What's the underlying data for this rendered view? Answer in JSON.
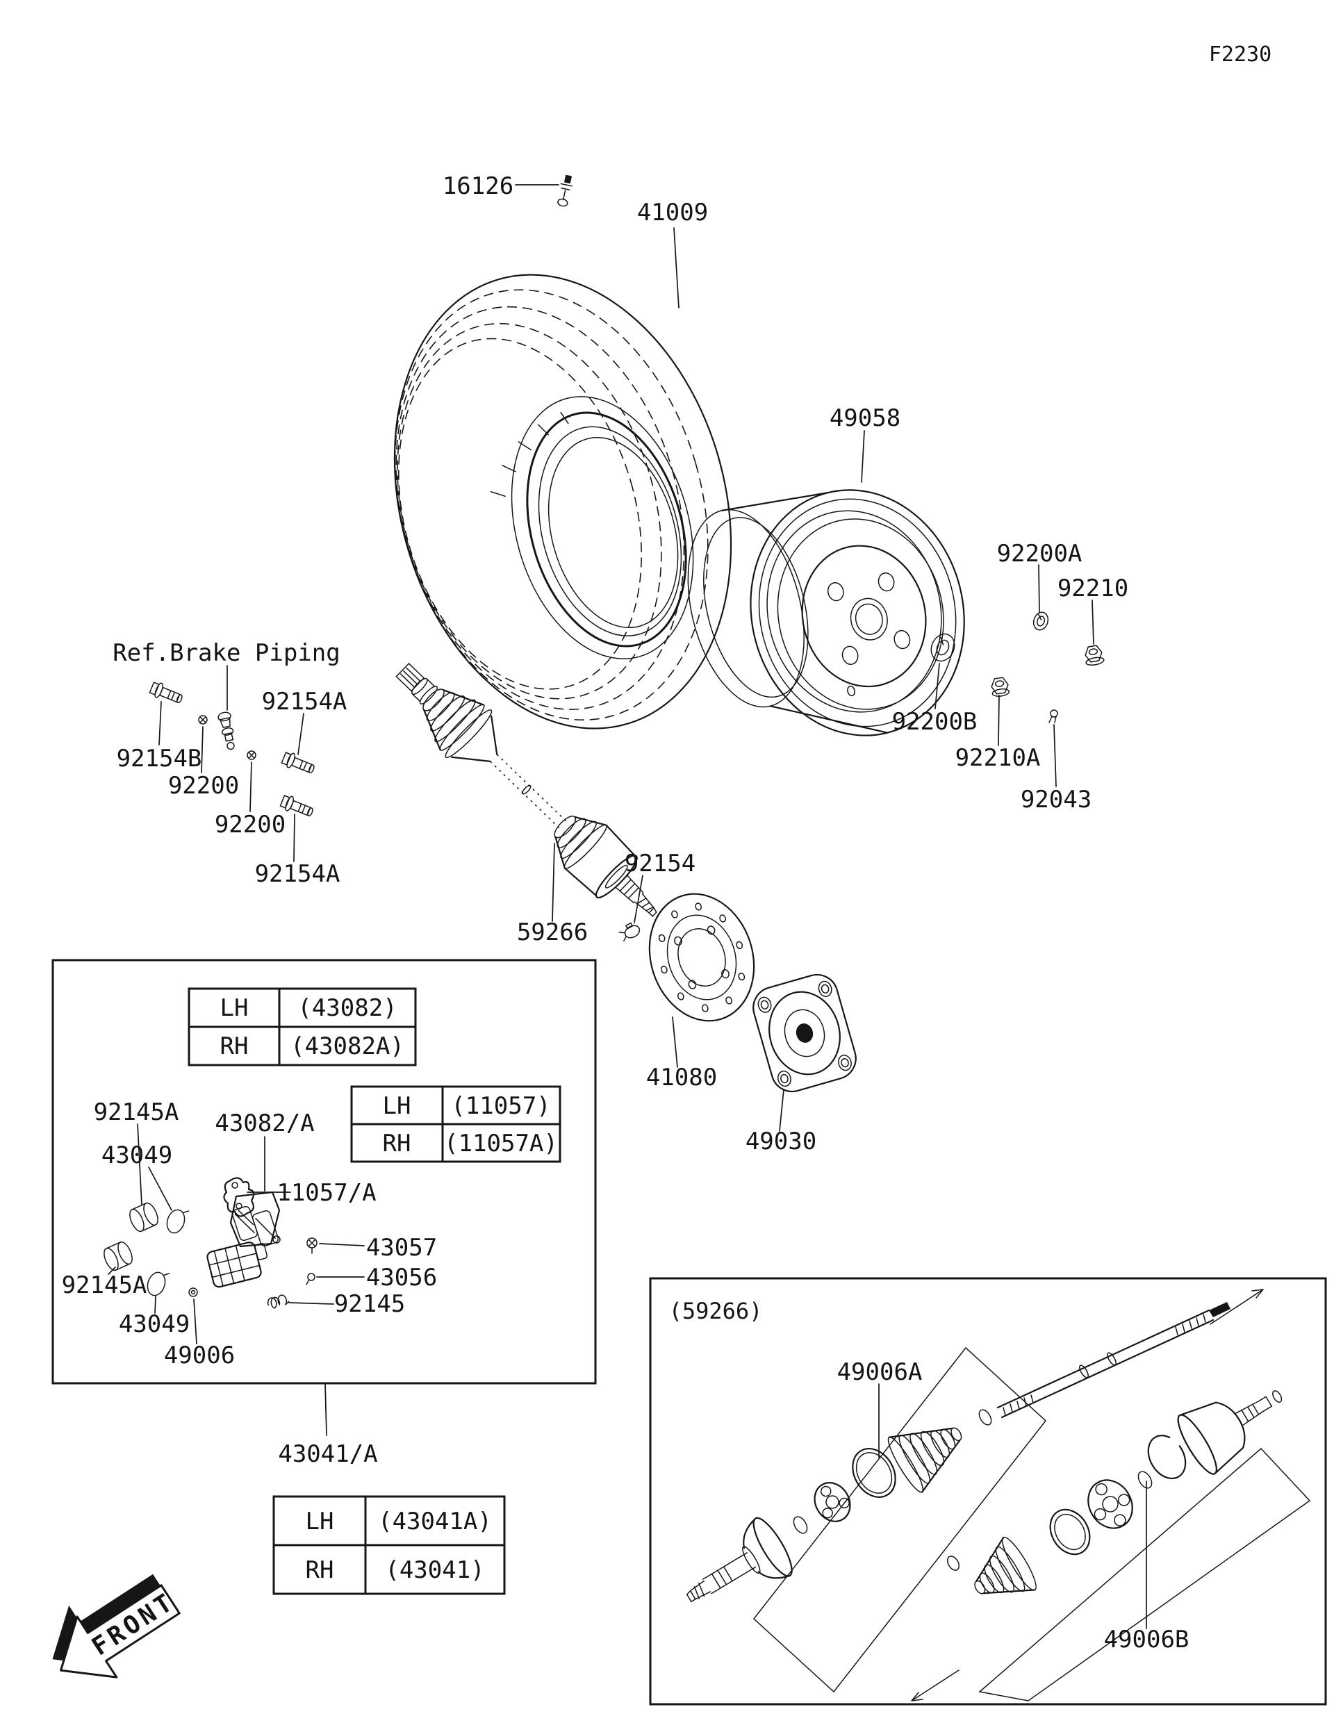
{
  "header": {
    "page_code": "F2230"
  },
  "notes": {
    "ref_brake_piping": "Ref.Brake Piping",
    "front": "FRONT",
    "axle_detail_title": "(59266)"
  },
  "parts": {
    "valve_stem": "16126",
    "tire": "41009",
    "wheel": "49058",
    "washer_front_upper": "92200A",
    "nut_front": "92210",
    "washer_front_lower": "92200B",
    "nut_rear": "92210A",
    "cotter_pin": "92043",
    "bolt_single": "92154B",
    "screw_upper": "92200",
    "screw_lower": "92200",
    "bolt_pair_upper": "92154A",
    "bolt_pair_lower": "92154A",
    "driveshaft": "59266",
    "band_clamp": "92154",
    "brake_disc": "41080",
    "hub": "49030",
    "bushing_upper": "92145A",
    "bushing_lower": "92145A",
    "ring_upper": "43049",
    "ring_lower": "43049",
    "caliper_holder": "43082/A",
    "bracket": "11057/A",
    "bleed_screw": "43057",
    "bleed_cap": "43056",
    "pad_spring": "92145",
    "boot_seal": "49006",
    "caliper_assy": "43041/A",
    "outer_joint_kit": "49006A",
    "inner_joint_kit": "49006B"
  },
  "tables": {
    "holder": {
      "rows": [
        {
          "side": "LH",
          "part": "(43082)"
        },
        {
          "side": "RH",
          "part": "(43082A)"
        }
      ]
    },
    "bracket": {
      "rows": [
        {
          "side": "LH",
          "part": "(11057)"
        },
        {
          "side": "RH",
          "part": "(11057A)"
        }
      ]
    },
    "caliper": {
      "rows": [
        {
          "side": "LH",
          "part": "(43041A)"
        },
        {
          "side": "RH",
          "part": "(43041)"
        }
      ]
    }
  },
  "colors": {
    "ink": "#161616",
    "background": "#ffffff"
  }
}
